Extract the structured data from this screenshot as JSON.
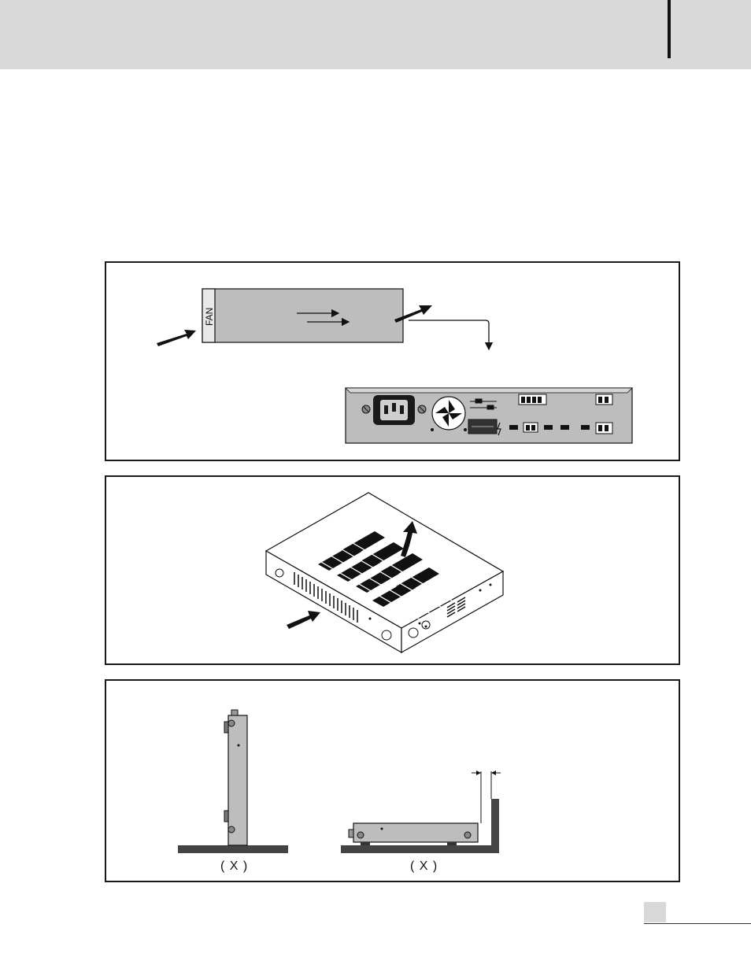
{
  "diagrams": {
    "airflow": {
      "fan_label": "FAN"
    },
    "unit_orientation": {
      "vertical_label": "( X )",
      "horizontal_label": "( X )"
    }
  }
}
